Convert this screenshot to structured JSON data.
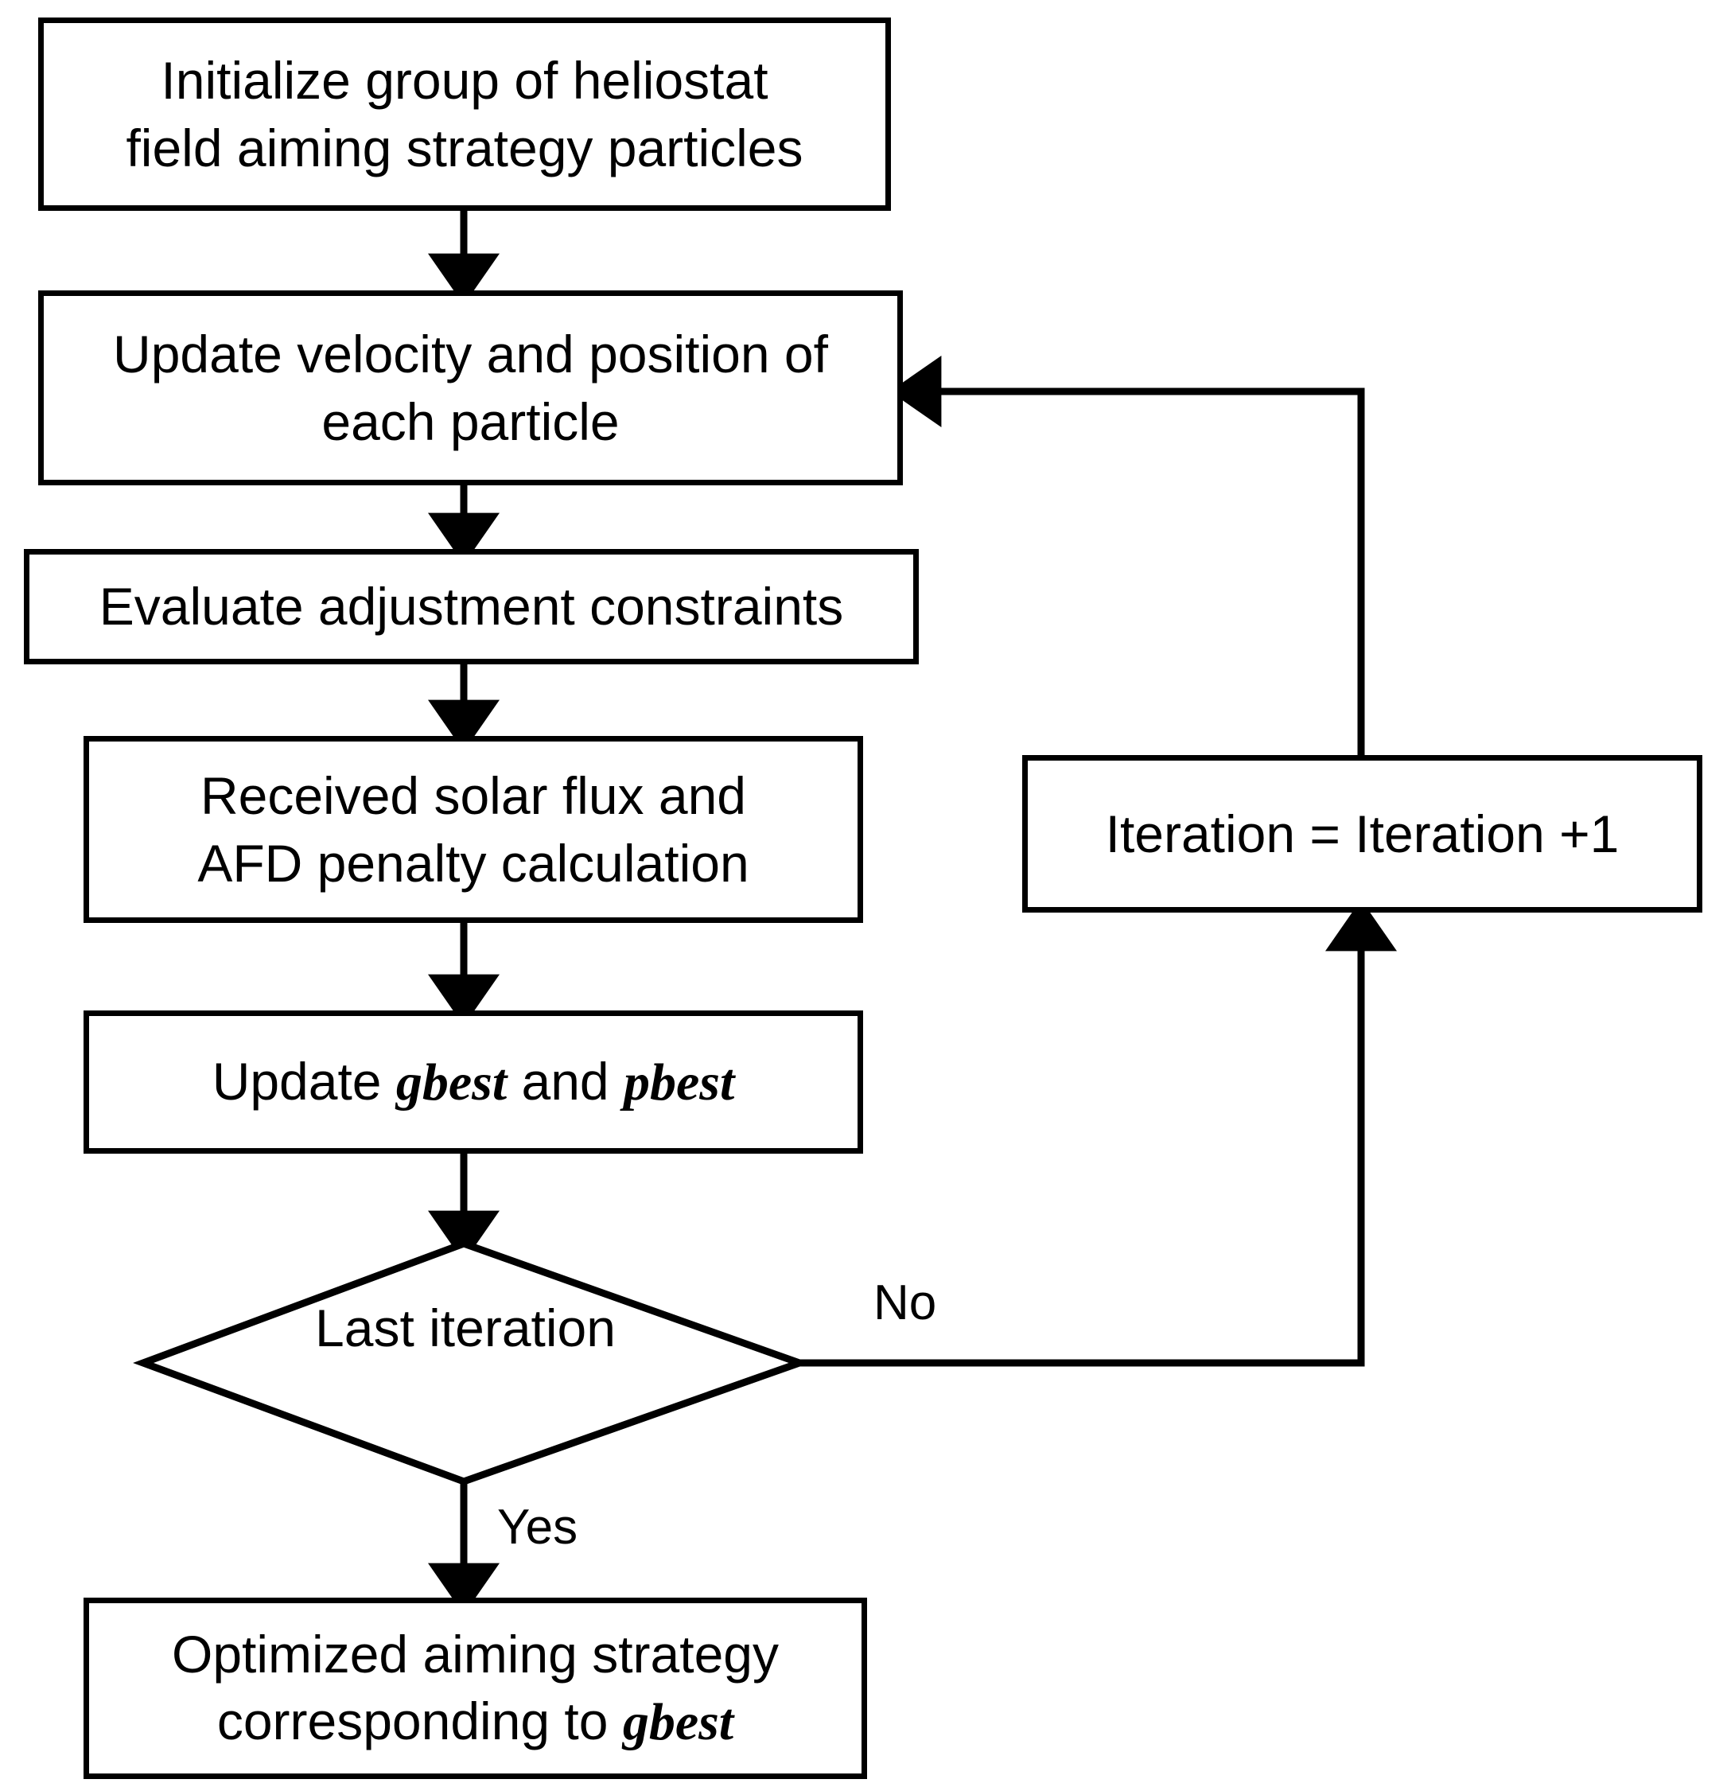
{
  "diagram": {
    "type": "flowchart",
    "title": "Heliostat field aiming strategy PSO optimization flowchart",
    "background_color": "#ffffff",
    "line_color": "#000000",
    "text_color": "#000000"
  },
  "nodes": {
    "initialize": {
      "shape": "process",
      "line1": "Initialize group of heliostat",
      "line2": "field aiming strategy particles"
    },
    "update_velocity": {
      "shape": "process",
      "line1": "Update velocity and position of",
      "line2": "each particle"
    },
    "evaluate_constraints": {
      "shape": "process",
      "line1": "Evaluate adjustment constraints"
    },
    "flux_penalty": {
      "shape": "process",
      "line1": "Received solar flux and",
      "line2": "AFD penalty calculation"
    },
    "update_best": {
      "shape": "process",
      "prefix": "Update ",
      "gbest": "gbest",
      "middle": " and ",
      "pbest": "pbest"
    },
    "decision": {
      "shape": "decision",
      "line1": "Last",
      "line2": "iteration"
    },
    "iteration_increment": {
      "shape": "process",
      "line1": "Iteration  = Iteration +1"
    },
    "result": {
      "shape": "terminator",
      "line1": "Optimized aiming strategy",
      "prefix2": "corresponding to ",
      "gbest": "gbest"
    }
  },
  "edge_labels": {
    "no": "No",
    "yes": "Yes"
  }
}
